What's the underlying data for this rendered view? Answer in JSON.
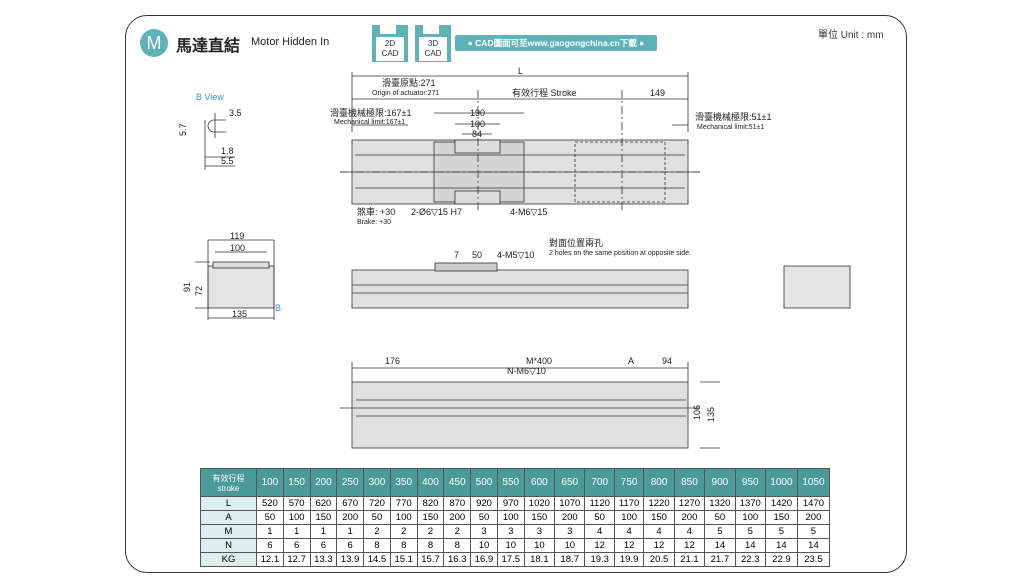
{
  "header": {
    "badge": "M",
    "title": "馬達直結",
    "subtitle": "Motor Hidden In",
    "cad2d": [
      "2D",
      "CAD"
    ],
    "cad3d": [
      "3D",
      "CAD"
    ],
    "download": "● CAD圖面可至www.gaogongchina.cn下載 ●",
    "unit": "單位 Unit : mm"
  },
  "bview": {
    "title": "B  View",
    "d1": "3.5",
    "d2": "5.7",
    "d3": "1.8",
    "d4": "5.5"
  },
  "top": {
    "L": "L",
    "origin_cn": "滑臺原點:271",
    "origin_en": "Origin of actuator:271",
    "stroke": "有效行程  Stroke",
    "d149": "149",
    "mech_left_cn": "滑臺機械極限:167±1",
    "mech_left_en": "Mechanical limit:167±1",
    "mech_right_cn": "滑臺機械極限:51±1",
    "mech_right_en": "Mechanical limit:51±1",
    "d190": "190",
    "d100": "100",
    "d84": "84",
    "brake_cn": "煞車: +30",
    "brake_en": "Brake: +30",
    "hole1": "2-Ø6▽15 H7",
    "hole2": "4-M6▽15"
  },
  "side": {
    "d119": "119",
    "d100": "100",
    "d91": "91",
    "d72": "72",
    "d135": "135",
    "B": "B",
    "d7": "7",
    "d50": "50",
    "m5": "4-M5▽10",
    "opp_cn": "對面位置兩孔",
    "opp_en": "2 holes on the same position at opposite side."
  },
  "bottom": {
    "d176": "176",
    "m400": "M*400",
    "A": "A",
    "d94": "94",
    "n_m6": "N-M6▽10",
    "d106": "106",
    "d135": "135"
  },
  "table": {
    "header_cn": "有效行程",
    "header_en": "stroke",
    "strokes": [
      "100",
      "150",
      "200",
      "250",
      "300",
      "350",
      "400",
      "450",
      "500",
      "550",
      "600",
      "650",
      "700",
      "750",
      "800",
      "850",
      "900",
      "950",
      "1000",
      "1050"
    ],
    "rows": [
      {
        "label": "L",
        "values": [
          "520",
          "570",
          "620",
          "670",
          "720",
          "770",
          "820",
          "870",
          "920",
          "970",
          "1020",
          "1070",
          "1120",
          "1170",
          "1220",
          "1270",
          "1320",
          "1370",
          "1420",
          "1470"
        ]
      },
      {
        "label": "A",
        "values": [
          "50",
          "100",
          "150",
          "200",
          "50",
          "100",
          "150",
          "200",
          "50",
          "100",
          "150",
          "200",
          "50",
          "100",
          "150",
          "200",
          "50",
          "100",
          "150",
          "200"
        ]
      },
      {
        "label": "M",
        "values": [
          "1",
          "1",
          "1",
          "1",
          "2",
          "2",
          "2",
          "2",
          "3",
          "3",
          "3",
          "3",
          "4",
          "4",
          "4",
          "4",
          "5",
          "5",
          "5",
          "5"
        ]
      },
      {
        "label": "N",
        "values": [
          "6",
          "6",
          "6",
          "6",
          "8",
          "8",
          "8",
          "8",
          "10",
          "10",
          "10",
          "10",
          "12",
          "12",
          "12",
          "12",
          "14",
          "14",
          "14",
          "14"
        ]
      },
      {
        "label": "KG",
        "values": [
          "12.1",
          "12.7",
          "13.3",
          "13.9",
          "14.5",
          "15.1",
          "15.7",
          "16.3",
          "16.9",
          "17.5",
          "18.1",
          "18.7",
          "19.3",
          "19.9",
          "20.5",
          "21.1",
          "21.7",
          "22.3",
          "22.9",
          "23.5"
        ]
      }
    ]
  }
}
